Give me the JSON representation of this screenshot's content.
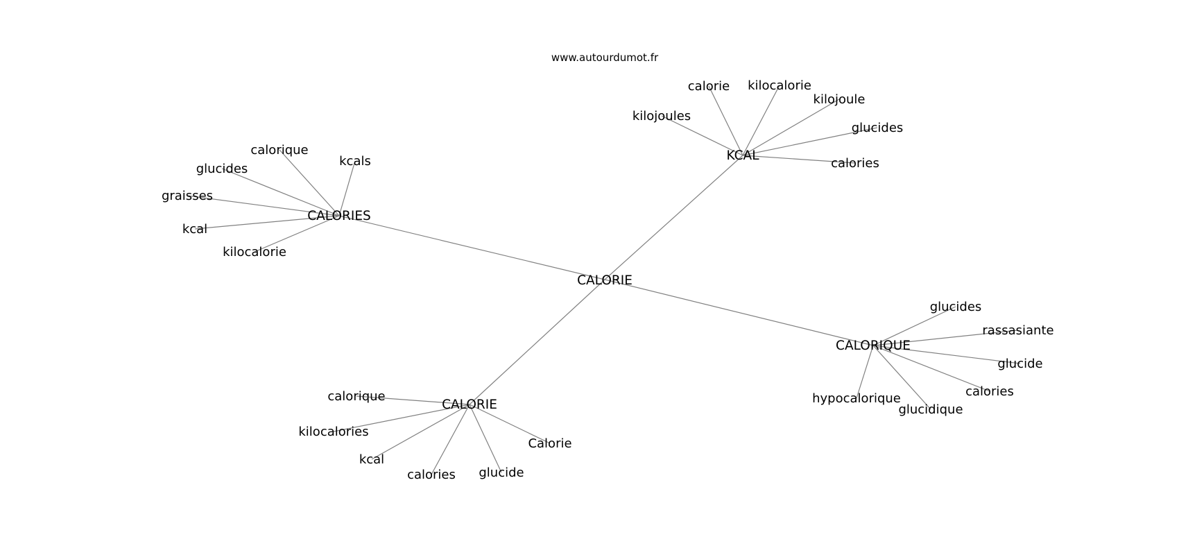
{
  "credit": "www.autourdumot.fr",
  "center": {
    "label": "CALORIE"
  },
  "hubs": [
    {
      "id": "calories",
      "label": "CALORIES",
      "leaves": [
        "calorique",
        "kcals",
        "glucides",
        "graisses",
        "kcal",
        "kilocalorie"
      ]
    },
    {
      "id": "kcal",
      "label": "KCAL",
      "leaves": [
        "calorie",
        "kilocalorie",
        "kilojoule",
        "kilojoules",
        "glucides",
        "calories"
      ]
    },
    {
      "id": "calorique",
      "label": "CALORIQUE",
      "leaves": [
        "glucides",
        "rassasiante",
        "glucide",
        "calories",
        "hypocalorique",
        "glucidique"
      ]
    },
    {
      "id": "calorie",
      "label": "CALORIE",
      "leaves": [
        "calorique",
        "kilocalories",
        "kcal",
        "calories",
        "glucide",
        "Calorie"
      ]
    }
  ]
}
